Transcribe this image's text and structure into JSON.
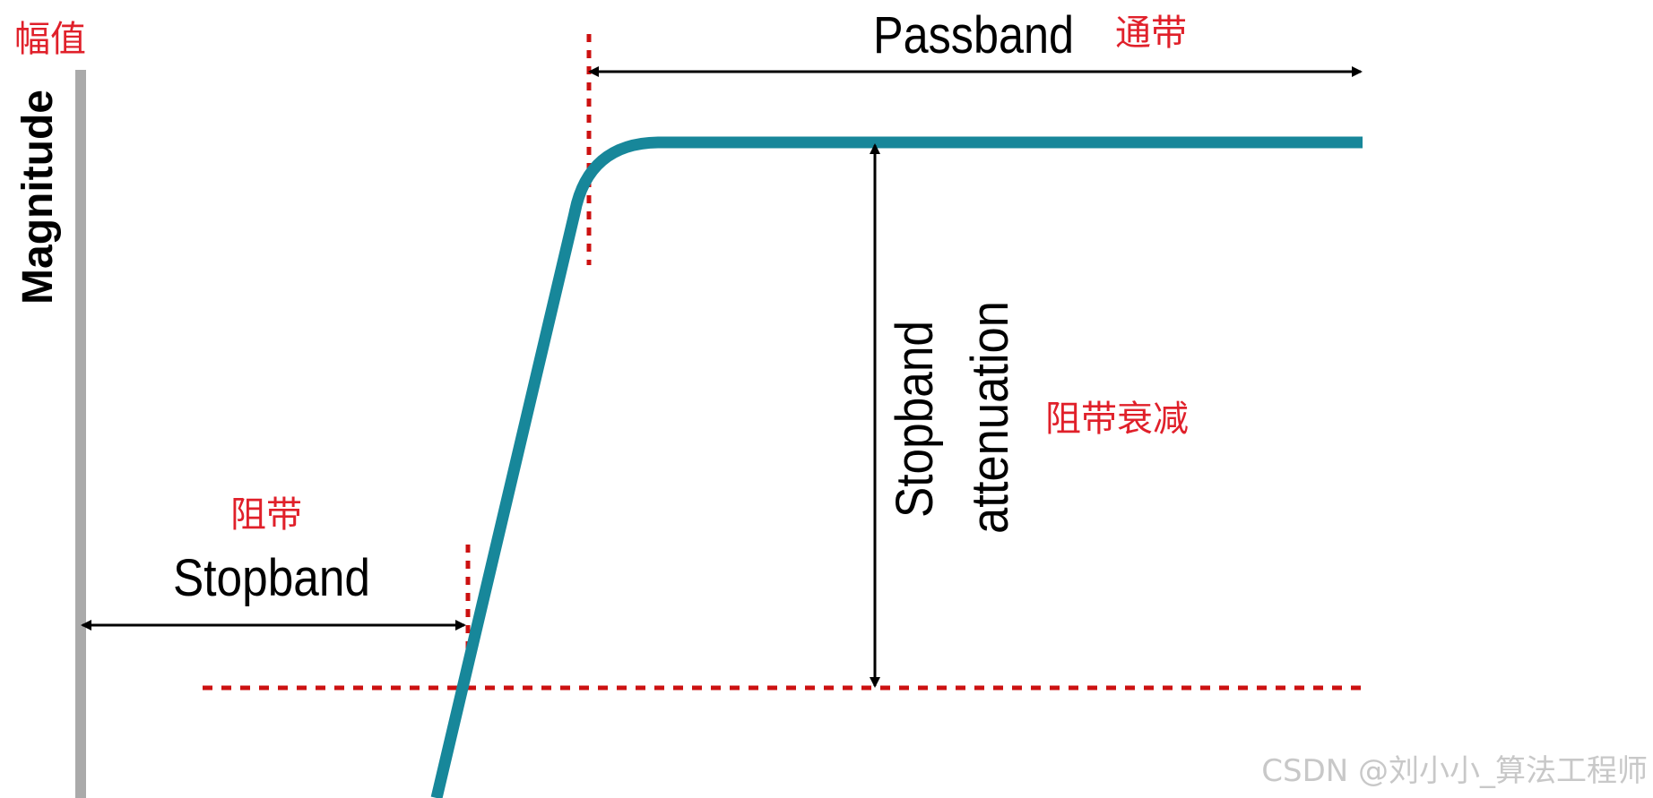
{
  "labels": {
    "magnitude_en": "Magnitude",
    "magnitude_cn": "幅值",
    "passband_en": "Passband",
    "passband_cn": "通带",
    "stopband_en": "Stopband",
    "stopband_cn": "阻带",
    "attenuation_line1": "Stopband",
    "attenuation_line2": "attenuation",
    "attenuation_cn": "阻带衰减"
  },
  "watermark": "CSDN @刘小小_算法工程师",
  "colors": {
    "response_curve": "#17879a",
    "axis": "#aaaaaa",
    "guide": "#cc1111",
    "arrow": "#000000",
    "chinese_text": "#e0202a"
  }
}
